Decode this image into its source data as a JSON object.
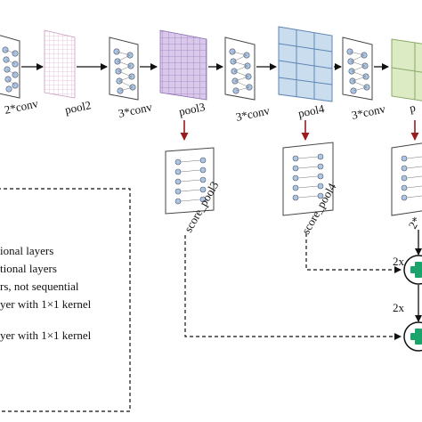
{
  "diagram": {
    "stage_labels": {
      "conv_a": "2*conv",
      "pool2": "pool2",
      "conv_b": "3*conv",
      "pool3": "pool3",
      "conv_c": "3*conv",
      "pool4": "pool4",
      "conv_d": "3*conv",
      "pool5": "p"
    },
    "score_labels": {
      "score_pool3": "score_pool3",
      "score_pool4": "score_pool4",
      "score_conv7": "2*"
    },
    "upsample_labels": {
      "top": "2x",
      "middle": "2x"
    },
    "legend": [
      "ional layers",
      "tional layers",
      "rs, not sequential",
      "yer with 1×1 kernel",
      "yer with 1×1 kernel"
    ],
    "colors": {
      "pool2_grid": "#e9c4de",
      "pool3_fill": "#d6c5e6",
      "pool4_fill": "#c9ddef",
      "pool5_fill": "#dcebc4",
      "node_fill": "#a9c6e6",
      "arrow_red": "#9b1c1c",
      "plus_green": "#1aa36b",
      "edge": "#444444"
    },
    "icons": {
      "sum_node": "plus-circle-icon"
    }
  }
}
